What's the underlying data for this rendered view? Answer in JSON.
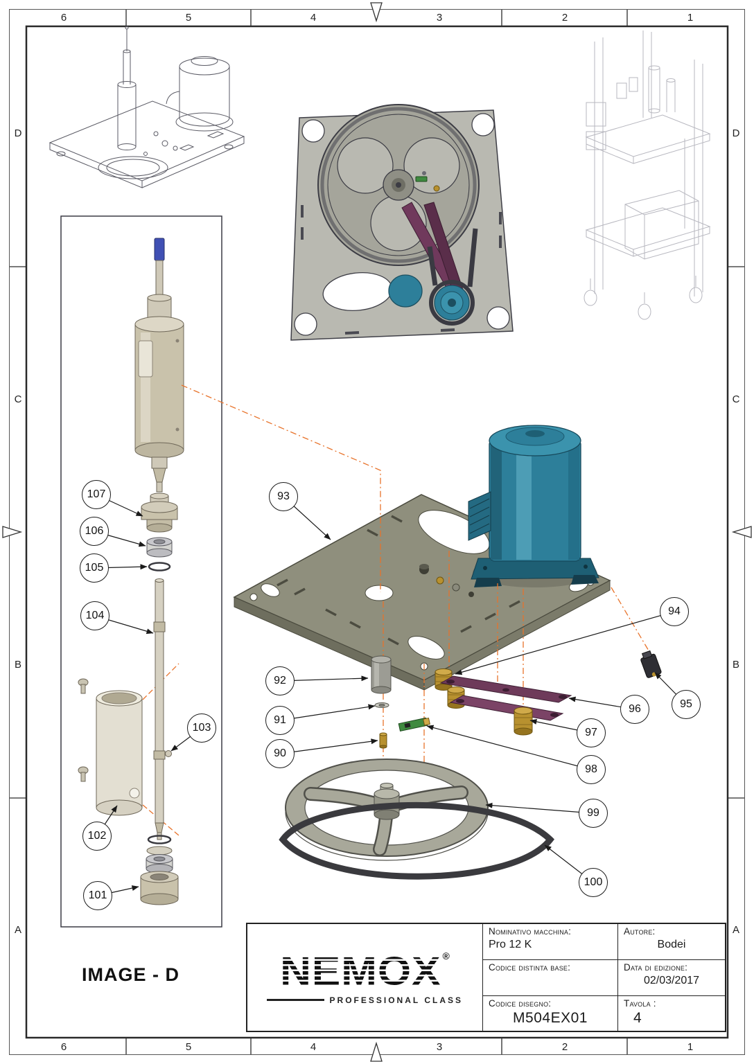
{
  "document": {
    "image_label": "IMAGE - D"
  },
  "frame": {
    "column_labels": [
      "6",
      "5",
      "4",
      "3",
      "2",
      "1"
    ],
    "row_labels": [
      "D",
      "C",
      "B",
      "A"
    ]
  },
  "callouts": {
    "90": "90",
    "91": "91",
    "92": "92",
    "93": "93",
    "94": "94",
    "95": "95",
    "96": "96",
    "97": "97",
    "98": "98",
    "99": "99",
    "100": "100",
    "101": "101",
    "102": "102",
    "103": "103",
    "104": "104",
    "105": "105",
    "106": "106",
    "107": "107"
  },
  "title_block": {
    "brand": "NEMOX",
    "brand_reg": "®",
    "brand_sub": "PROFESSIONAL CLASS",
    "machine_label": "Nominativo macchina:",
    "machine_value": "Pro 12 K",
    "author_label": "Autore:",
    "author_value": "Bodei",
    "bom_label": "Codice distinta base:",
    "bom_value": "",
    "edition_label": "Data di edizione:",
    "edition_value": "02/03/2017",
    "drawing_code_label": "Codice disegno:",
    "drawing_code_value": "M504EX01",
    "sheet_label": "Tavola :",
    "sheet_value": "4"
  },
  "colors": {
    "motor_teal": "#2d7f9a",
    "plate_gray": "#8f8f7d",
    "brass": "#b8912f",
    "arm_purple": "#6e3a5a",
    "accent_orange": "#e8732b",
    "shaft_beige": "#c9c2ab"
  }
}
